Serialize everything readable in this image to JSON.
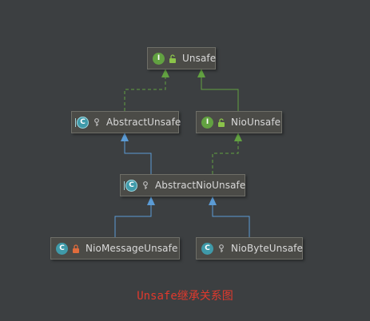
{
  "nodes": {
    "unsafe": {
      "label": "Unsafe",
      "kind": "I",
      "visibility": "public"
    },
    "abstract_unsafe": {
      "label": "AbstractUnsafe",
      "kind": "C",
      "visibility": "package"
    },
    "nio_unsafe": {
      "label": "NioUnsafe",
      "kind": "I",
      "visibility": "public"
    },
    "abstract_nio_unsafe": {
      "label": "AbstractNioUnsafe",
      "kind": "C",
      "visibility": "package"
    },
    "nio_message_unsafe": {
      "label": "NioMessageUnsafe",
      "kind": "C",
      "visibility": "private"
    },
    "nio_byte_unsafe": {
      "label": "NioByteUnsafe",
      "kind": "C",
      "visibility": "package"
    }
  },
  "edges": [
    {
      "from": "abstract_unsafe",
      "to": "unsafe",
      "type": "implements"
    },
    {
      "from": "nio_unsafe",
      "to": "unsafe",
      "type": "extends-interface"
    },
    {
      "from": "abstract_nio_unsafe",
      "to": "abstract_unsafe",
      "type": "extends"
    },
    {
      "from": "abstract_nio_unsafe",
      "to": "nio_unsafe",
      "type": "implements"
    },
    {
      "from": "nio_message_unsafe",
      "to": "abstract_nio_unsafe",
      "type": "extends"
    },
    {
      "from": "nio_byte_unsafe",
      "to": "abstract_nio_unsafe",
      "type": "extends"
    }
  ],
  "colors": {
    "background": "#3c3f41",
    "interface_edge": "#62a141",
    "class_edge": "#5b9bd5",
    "caption": "#e0392d"
  },
  "caption": "Unsafe继承关系图"
}
